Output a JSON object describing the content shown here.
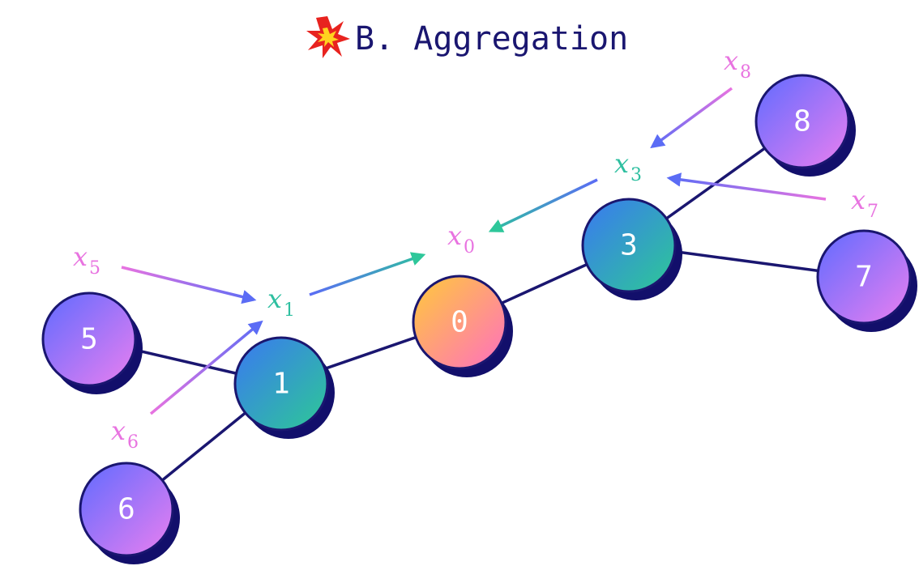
{
  "title": "B. Aggregation",
  "title_icon": "collision-icon",
  "colors": {
    "edge": "#1a1670",
    "shadow": "#120f6b",
    "purple_node": [
      "#6a6cff",
      "#e07cf0"
    ],
    "blue_node": [
      "#3f7ef0",
      "#2fc79a"
    ],
    "center_node": [
      "#ffc24a",
      "#ff77b8"
    ],
    "neighbor_var": "#e873e0",
    "hop_var": "#2ebfa0"
  },
  "nodes": [
    {
      "id": "0",
      "label": "0",
      "style": "center"
    },
    {
      "id": "1",
      "label": "1",
      "style": "blue"
    },
    {
      "id": "3",
      "label": "3",
      "style": "blue"
    },
    {
      "id": "5",
      "label": "5",
      "style": "purple"
    },
    {
      "id": "6",
      "label": "6",
      "style": "purple"
    },
    {
      "id": "7",
      "label": "7",
      "style": "purple"
    },
    {
      "id": "8",
      "label": "8",
      "style": "purple"
    }
  ],
  "edges": [
    [
      "0",
      "1"
    ],
    [
      "0",
      "3"
    ],
    [
      "1",
      "5"
    ],
    [
      "1",
      "6"
    ],
    [
      "3",
      "7"
    ],
    [
      "3",
      "8"
    ]
  ],
  "variables": [
    {
      "id": "x0",
      "base": "x",
      "sub": "0",
      "kind": "center"
    },
    {
      "id": "x1",
      "base": "x",
      "sub": "1",
      "kind": "hop"
    },
    {
      "id": "x3",
      "base": "x",
      "sub": "3",
      "kind": "hop"
    },
    {
      "id": "x5",
      "base": "x",
      "sub": "5",
      "kind": "neighbor"
    },
    {
      "id": "x6",
      "base": "x",
      "sub": "6",
      "kind": "neighbor"
    },
    {
      "id": "x7",
      "base": "x",
      "sub": "7",
      "kind": "neighbor"
    },
    {
      "id": "x8",
      "base": "x",
      "sub": "8",
      "kind": "neighbor"
    }
  ],
  "messages": [
    {
      "from": "x5",
      "to": "x1"
    },
    {
      "from": "x6",
      "to": "x1"
    },
    {
      "from": "x8",
      "to": "x3"
    },
    {
      "from": "x7",
      "to": "x3"
    },
    {
      "from": "x1",
      "to": "x0"
    },
    {
      "from": "x3",
      "to": "x0"
    }
  ]
}
